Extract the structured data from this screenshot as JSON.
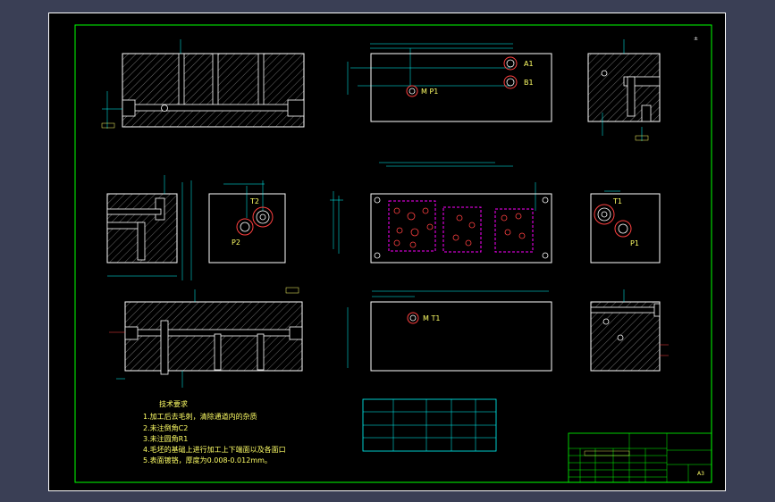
{
  "labels": {
    "a1": "A1",
    "b1": "B1",
    "mp1": "M P1",
    "t2": "T2",
    "p2": "P2",
    "t1": "T1",
    "p1": "P1",
    "mt1": "M T1"
  },
  "notes": {
    "title": "技术要求",
    "line1": "1.加工后去毛刺，清除通道内的杂质",
    "line2": "2.未注倒角C2",
    "line3": "3.未注圆角R1",
    "line4": "4.毛坯的基础上进行加工上下端面以及各面口",
    "line5": "5.表面镀铬，厚度为0.008-0.012mm。"
  },
  "title_block": {
    "sheet": "A3"
  },
  "colors": {
    "outline": "#ffffff",
    "frame_green": "#00ff00",
    "dimension_cyan": "#00ffff",
    "hatch": "#8a8a8a",
    "magenta": "#ff00ff",
    "annotation_yellow": "#ffff66"
  }
}
